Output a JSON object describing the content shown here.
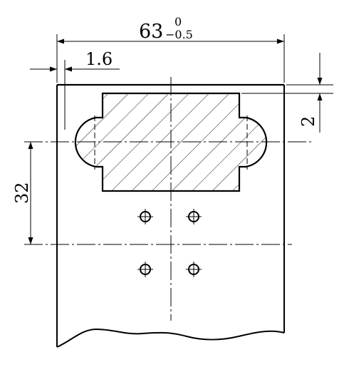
{
  "dimensions": {
    "overall_width": {
      "nominal": "63",
      "upper_deviation": "0",
      "lower_deviation": "−0.5"
    },
    "slot_offset": {
      "value": "1.6"
    },
    "top_offset": {
      "value": "2"
    },
    "hole_spacing": {
      "value": "32"
    }
  },
  "colors": {
    "line": "#000000",
    "background": "#ffffff"
  }
}
